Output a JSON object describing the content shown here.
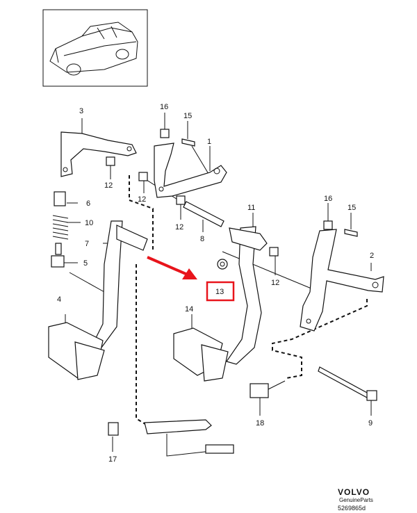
{
  "labels": [
    {
      "id": "3",
      "text": "3"
    },
    {
      "id": "16a",
      "text": "16"
    },
    {
      "id": "15a",
      "text": "15"
    },
    {
      "id": "1",
      "text": "1"
    },
    {
      "id": "12a",
      "text": "12"
    },
    {
      "id": "12b",
      "text": "12"
    },
    {
      "id": "6",
      "text": "6"
    },
    {
      "id": "12c",
      "text": "12"
    },
    {
      "id": "10",
      "text": "10"
    },
    {
      "id": "8",
      "text": "8"
    },
    {
      "id": "11",
      "text": "11"
    },
    {
      "id": "16b",
      "text": "16"
    },
    {
      "id": "15b",
      "text": "15"
    },
    {
      "id": "7",
      "text": "7"
    },
    {
      "id": "5",
      "text": "5"
    },
    {
      "id": "2",
      "text": "2"
    },
    {
      "id": "12d",
      "text": "12"
    },
    {
      "id": "13",
      "text": "13"
    },
    {
      "id": "4",
      "text": "4"
    },
    {
      "id": "14",
      "text": "14"
    },
    {
      "id": "18",
      "text": "18"
    },
    {
      "id": "9",
      "text": "9"
    },
    {
      "id": "17",
      "text": "17"
    }
  ],
  "highlight": {
    "label": "13",
    "color": "#e8141b"
  },
  "footer": {
    "brand": "VOLVO",
    "subtitle": "GenuineParts",
    "code": "5269865d"
  }
}
